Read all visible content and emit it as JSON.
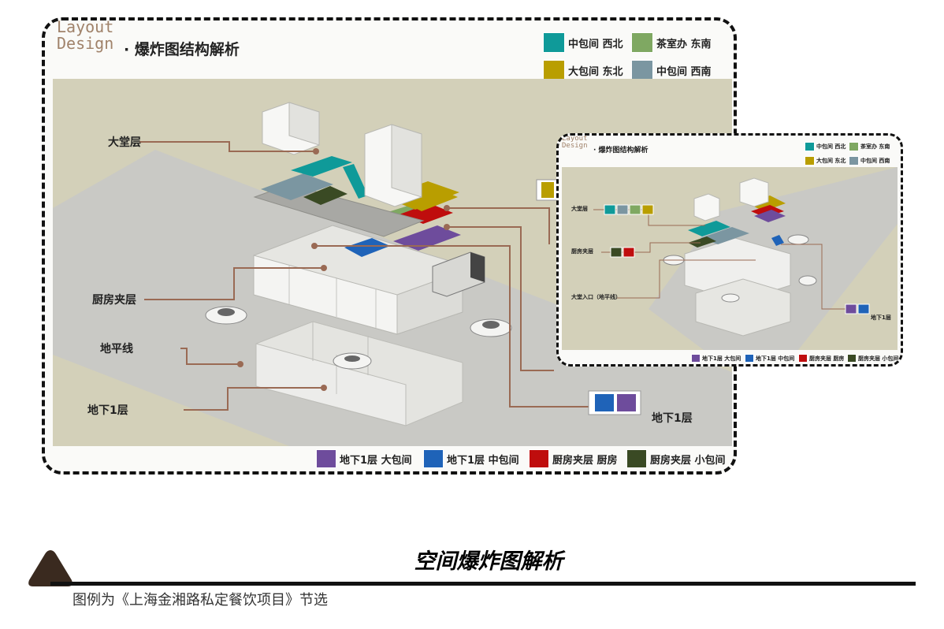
{
  "main_panel": {
    "heading_word1": "Layout",
    "heading_word2": "Design",
    "title": "· 爆炸图结构解析",
    "legend_top": [
      {
        "label": "中包间 西北",
        "color": "#0f9a99"
      },
      {
        "label": "茶室办 东南",
        "color": "#7fa862"
      },
      {
        "label": "大包间 东北",
        "color": "#b99e00"
      },
      {
        "label": "中包间 西南",
        "color": "#7b96a1"
      }
    ],
    "legend_bottom": [
      {
        "label": "地下1层 大包间",
        "color": "#6e4c9c"
      },
      {
        "label": "地下1层 中包间",
        "color": "#1f63b8"
      },
      {
        "label": "厨房夹层 厨房",
        "color": "#bf0d0d"
      },
      {
        "label": "厨房夹层 小包间",
        "color": "#3a4a24"
      }
    ],
    "floor_labels": {
      "lobby": "大堂层",
      "kitchen_mezz": "厨房夹层",
      "ground_line": "地平线",
      "basement1": "地下1层",
      "basement1_right": "地下1层"
    }
  },
  "inset_panel": {
    "heading_word1": "Layout",
    "heading_word2": "Design",
    "title": "· 爆炸图结构解析",
    "legend_top": [
      {
        "label": "中包间 西北",
        "color": "#0f9a99"
      },
      {
        "label": "茶室办 东南",
        "color": "#7fa862"
      },
      {
        "label": "大包间 东北",
        "color": "#b99e00"
      },
      {
        "label": "中包间 西南",
        "color": "#7b96a1"
      }
    ],
    "legend_bottom": [
      {
        "label": "地下1层 大包间",
        "color": "#6e4c9c"
      },
      {
        "label": "地下1层 中包间",
        "color": "#1f63b8"
      },
      {
        "label": "厨房夹层 厨房",
        "color": "#bf0d0d"
      },
      {
        "label": "厨房夹层 小包间",
        "color": "#3a4a24"
      }
    ],
    "floor_labels": {
      "lobby": "大堂层",
      "kitchen_mezz": "厨房夹层",
      "entrance": "大堂入口（地平线）",
      "basement1": "地下1层"
    }
  },
  "caption": {
    "title": "空间爆炸图解析",
    "subtitle": "图例为《上海金湘路私定餐饮项目》节选"
  },
  "colors": {
    "leader": "#9a6a54",
    "ground": "#d3d0b9",
    "street": "#c9c9c5",
    "caption_mark": "#3a2a1f"
  }
}
